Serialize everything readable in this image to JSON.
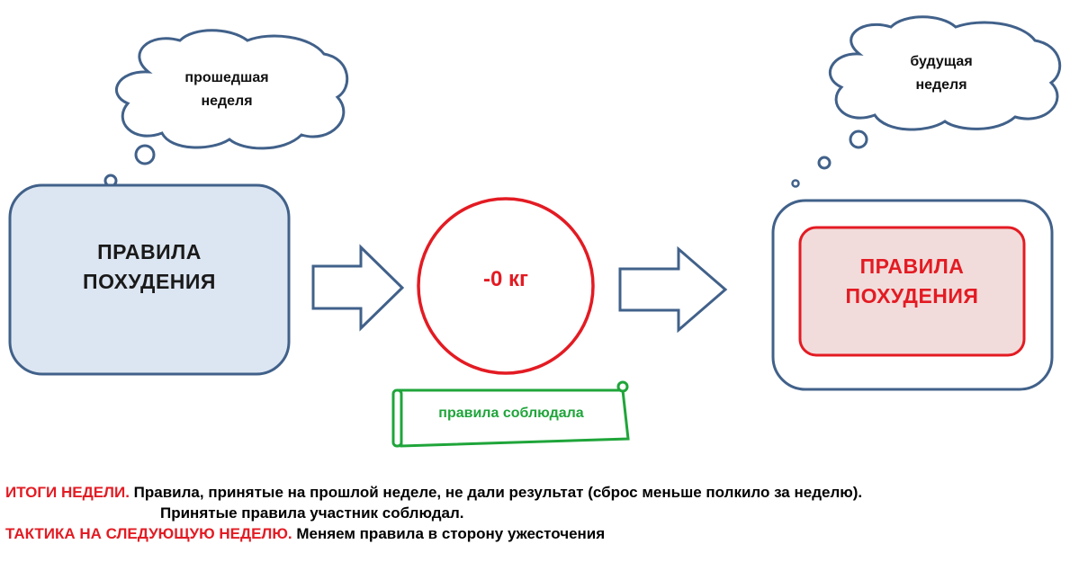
{
  "past_cloud": {
    "line1": "прошедшая",
    "line2": "неделя"
  },
  "future_cloud": {
    "line1": "будущая",
    "line2": "неделя"
  },
  "left_box": {
    "line1": "ПРАВИЛА",
    "line2": "ПОХУДЕНИЯ"
  },
  "right_box": {
    "line1": "ПРАВИЛА",
    "line2": "ПОХУДЕНИЯ"
  },
  "result_circle": {
    "value": "-0 кг"
  },
  "scroll_note": {
    "text": "правила соблюдала"
  },
  "summary": {
    "results_heading": "ИТОГИ НЕДЕЛИ.",
    "results_text": "Правила, принятые на прошлой неделе, не дали результат (сброс меньше полкило за неделю).",
    "results_text2": "Принятые правила участник соблюдал.",
    "tactic_heading": "ТАКТИКА НА СЛЕДУЮЩУЮ НЕДЕЛЮ.",
    "tactic_text": "Меняем правила в сторону ужесточения"
  },
  "colors": {
    "outline_blue": "#41618a",
    "box_fill_blue": "#dce6f2",
    "accent_red": "#e31b23",
    "inner_fill_pink": "#f2dcdb",
    "accent_green": "#1fa53a"
  }
}
